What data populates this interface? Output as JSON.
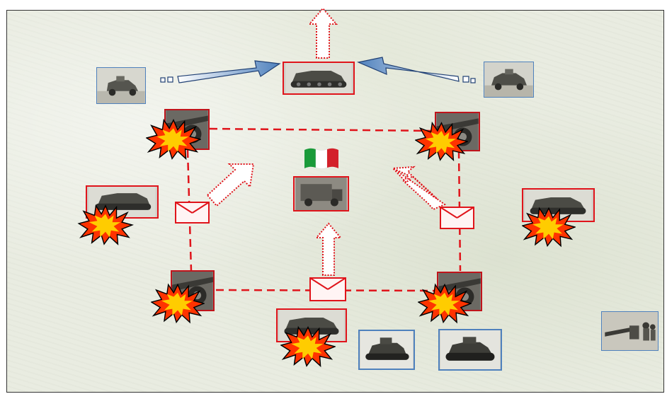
{
  "caption": "",
  "flag": {
    "colors": [
      "#1a9a3a",
      "#ffffff",
      "#d3202a"
    ]
  },
  "colors": {
    "accent_red": "#e0141b",
    "dash_red": "#e0141b",
    "blue_arrow": "#4f81bd",
    "explosion_outer": "#ff3300",
    "explosion_inner": "#ffcc00"
  },
  "units": [
    {
      "id": "recon-car-left",
      "icon": "armored-car-photo",
      "side": "allied"
    },
    {
      "id": "recon-car-right",
      "icon": "armored-car-photo",
      "side": "allied"
    },
    {
      "id": "tankette-north",
      "icon": "tankette-photo",
      "side": "italian"
    },
    {
      "id": "gun-nw",
      "icon": "artillery-photo",
      "side": "italian"
    },
    {
      "id": "gun-ne",
      "icon": "artillery-photo",
      "side": "italian"
    },
    {
      "id": "gun-sw",
      "icon": "artillery-photo",
      "side": "italian"
    },
    {
      "id": "gun-se",
      "icon": "artillery-photo",
      "side": "italian"
    },
    {
      "id": "tankette-west",
      "icon": "tankette-photo",
      "side": "italian"
    },
    {
      "id": "tankette-east",
      "icon": "tankette-photo",
      "side": "italian"
    },
    {
      "id": "hq-truck",
      "icon": "truck-photo",
      "side": "italian"
    },
    {
      "id": "tankette-south",
      "icon": "tankette-photo",
      "side": "italian"
    },
    {
      "id": "light-tank-1",
      "icon": "light-tank-photo",
      "side": "allied"
    },
    {
      "id": "light-tank-2",
      "icon": "light-tank-photo",
      "side": "allied"
    },
    {
      "id": "field-gun-crew",
      "icon": "field-gun-photo",
      "side": "allied"
    }
  ]
}
